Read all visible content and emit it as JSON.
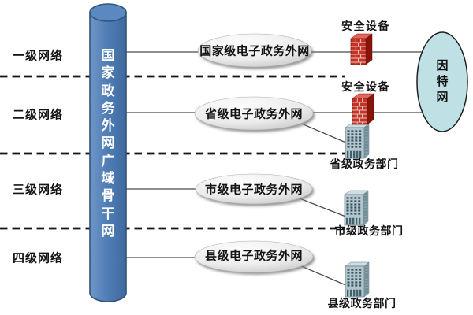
{
  "diagram": {
    "backbone": {
      "label": "国家政务外网广域骨干网"
    },
    "tiers": [
      {
        "label": "一级网络",
        "network": "国家级电子政务外网"
      },
      {
        "label": "二级网络",
        "network": "省级电子政务外网",
        "department": "省级政务部门"
      },
      {
        "label": "三级网络",
        "network": "市级电子政务外网",
        "department": "市级政务部门"
      },
      {
        "label": "四级网络",
        "network": "县级电子政务外网",
        "department": "县级政务部门"
      }
    ],
    "security_device": {
      "label": "安全设备"
    },
    "internet": {
      "label": "因特网"
    }
  },
  "colors": {
    "cylinder-blue": "#4f81bd",
    "cylinder-border": "#31547c",
    "ellipse-gray": "#d9d9d9",
    "internet-fill": "#bfe0e4",
    "firewall-red": "#c23327",
    "building-front": "#b3c6ce",
    "line": "#4a4a4a",
    "text": "#141414"
  }
}
